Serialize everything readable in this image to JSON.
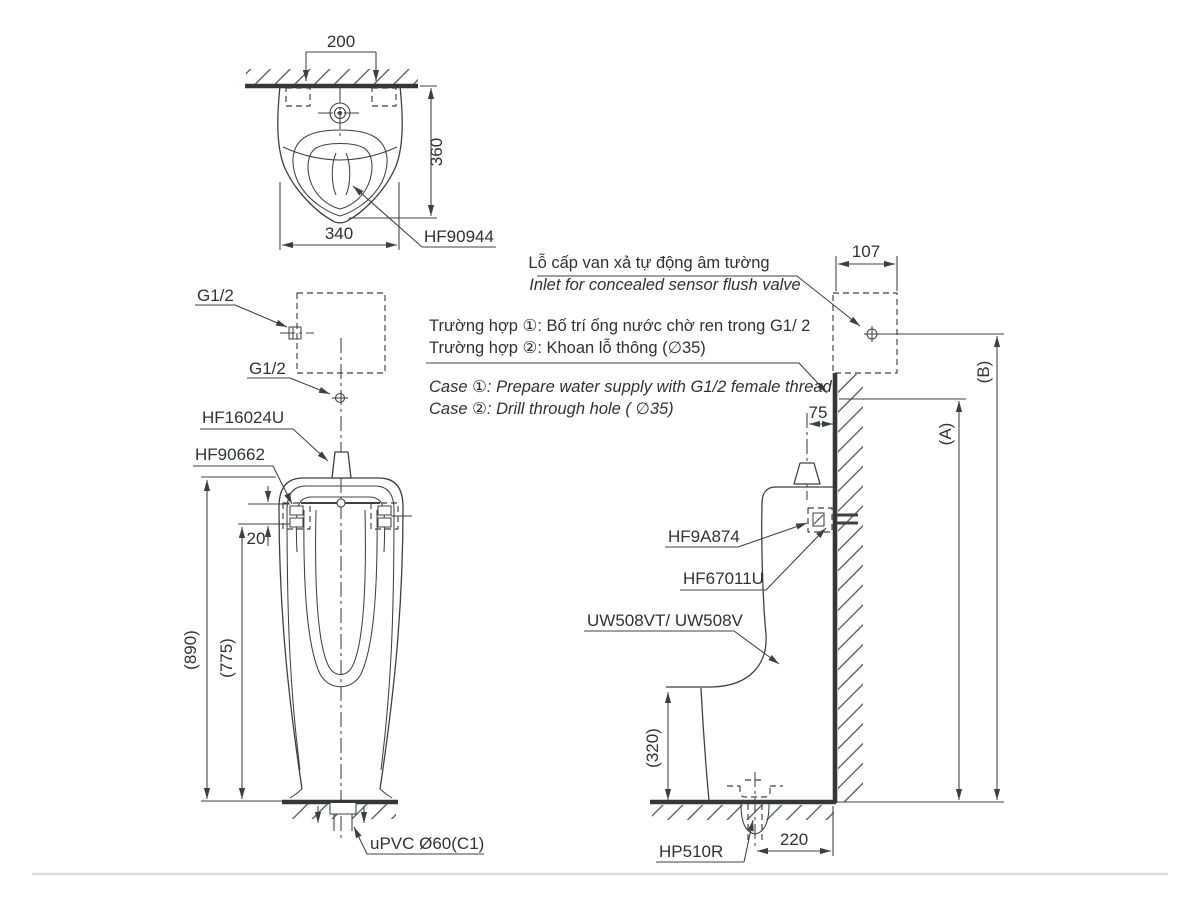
{
  "drawing": {
    "ink_color": "#3c4043",
    "divider_color": "#d9dcdf"
  },
  "top_view": {
    "dim_pitch": "200",
    "dim_depth": "360",
    "dim_width": "340",
    "label_strainer": "HF90944"
  },
  "front_view": {
    "label_thread_wall": "G1/2",
    "label_thread_inlet": "G1/2",
    "label_spreader": "HF16024U",
    "label_bracket": "HF90662",
    "dim_bracket_offset": "20",
    "dim_height_total": "(890)",
    "dim_height_rim": "(775)",
    "label_drain_pipe": "uPVC Ø60(C1)"
  },
  "side_view": {
    "dim_inlet_pitch": "107",
    "dim_inlet_offset": "75",
    "dim_height_a": "(A)",
    "dim_height_b": "(B)",
    "dim_base_height": "(320)",
    "dim_outlet_to_wall": "220",
    "label_fixing": "HF9A874",
    "label_flush_pipe": "HF67011U",
    "label_body": "UW508VT/ UW508V",
    "label_trap": "HP510R"
  },
  "notes": {
    "inlet_vi": "Lỗ cấp van xả tự động âm tường",
    "inlet_en": "Inlet for concealed sensor flush valve",
    "case1_vi": "Trường hợp ①: Bố trí ống nước chờ ren trong G1/ 2",
    "case2_vi": "Trường hợp ②: Khoan lỗ thông (∅35)",
    "case1_en": "Case ①: Prepare water supply with G1/2 female thread",
    "case2_en": "Case ②: Drill through hole ( ∅35)"
  }
}
